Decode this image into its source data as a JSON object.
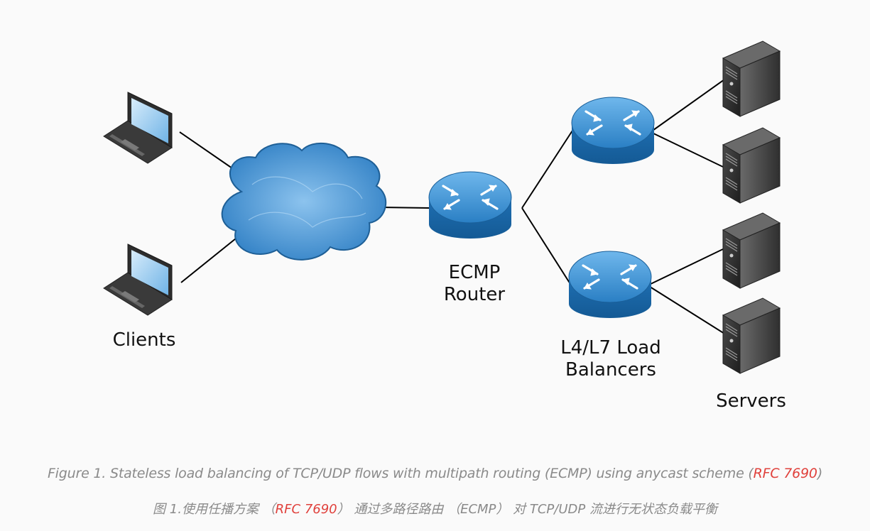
{
  "nodes": {
    "clients_label": "Clients",
    "router_label_line1": "ECMP",
    "router_label_line2": "Router",
    "lb_label_line1": "L4/L7 Load",
    "lb_label_line2": "Balancers",
    "servers_label": "Servers"
  },
  "caption_en": {
    "before": "Figure 1. Stateless load balancing of TCP/UDP flows with multipath routing (ECMP) using anycast scheme (",
    "link": "RFC 7690",
    "after": ")"
  },
  "caption_zh": {
    "before": "图 1.使用任播方案 （",
    "link": "RFC 7690",
    "after": "） 通过多路径路由 （ECMP） 对 TCP/UDP 流进行无状态负载平衡"
  },
  "colors": {
    "cloud": "#3f8fd0",
    "router": "#2a7fc4",
    "server": "#3a3a3a",
    "link_text": "#e0413c",
    "caption_text": "#8a8a8a"
  },
  "icons": [
    "laptop-icon",
    "cloud-icon",
    "router-icon",
    "server-icon"
  ]
}
